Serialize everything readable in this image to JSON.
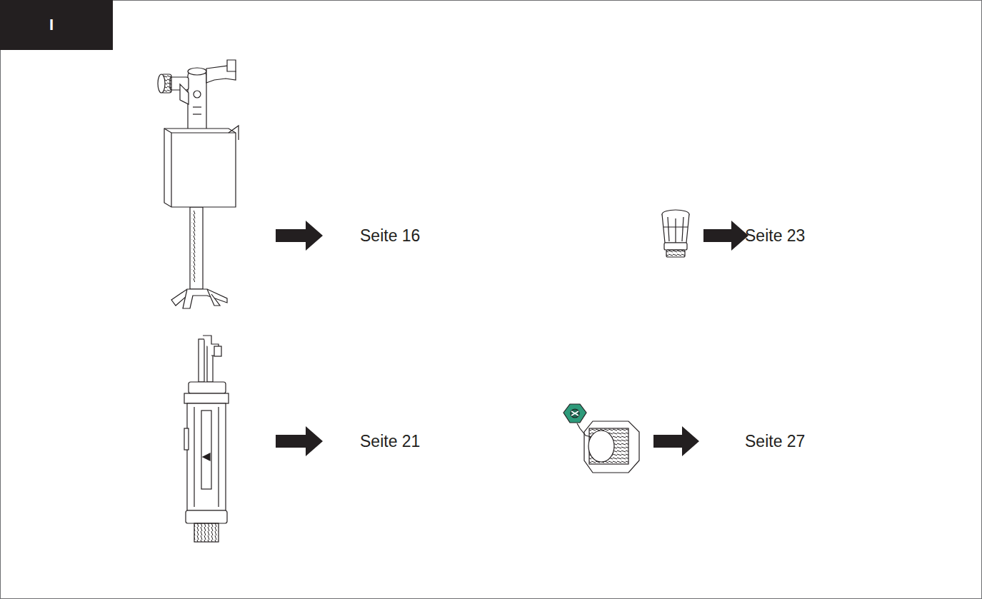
{
  "diagram": {
    "labels": [
      "I",
      "Seite 16",
      "Seite 23",
      "Seite 21",
      "Seite 27"
    ]
  }
}
